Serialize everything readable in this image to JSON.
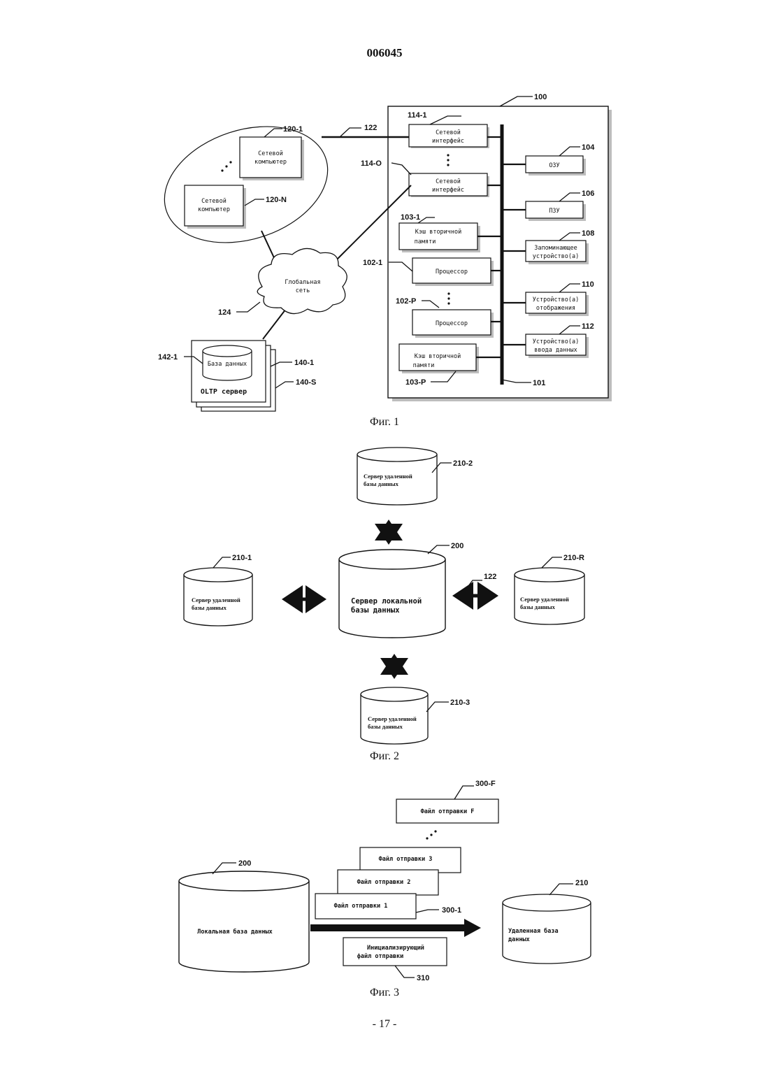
{
  "page": {
    "number": "006045",
    "footer": "- 17 -"
  },
  "fig1": {
    "caption": "Фиг. 1",
    "refs": {
      "system": "100",
      "network_if_1": "114-1",
      "network_if_o": "114-O",
      "link": "122",
      "net_computer_1": "120-1",
      "net_computer_n": "120-N",
      "ram": "104",
      "rom": "106",
      "storage": "108",
      "display": "110",
      "input": "112",
      "cache_1": "103-1",
      "cpu_1": "102-1",
      "cpu_p": "102-P",
      "cache_p": "103-P",
      "bus": "101",
      "global_net": "124",
      "database": "142-1",
      "oltp_1": "140-1",
      "oltp_s": "140-S"
    },
    "labels": {
      "net_if_l1": "Сетевой",
      "net_if_l2": "интерфейс",
      "net_comp_l1": "Сетевой",
      "net_comp_l2": "компьютер",
      "ram": "ОЗУ",
      "rom": "ПЗУ",
      "storage_l1": "Запоминающее",
      "storage_l2": "устройство(а)",
      "display_l1": "Устройство(а)",
      "display_l2": "отображения",
      "input_l1": "Устройство(а)",
      "input_l2": "ввода данных",
      "cache_l1": "Кэш вторичной",
      "cache_l2": "памяти",
      "cpu": "Процессор",
      "global_l1": "Глобальная",
      "global_l2": "сеть",
      "database": "База данных",
      "oltp": "OLTP сервер"
    }
  },
  "fig2": {
    "caption": "Фиг. 2",
    "refs": {
      "local": "200",
      "top": "210-2",
      "left": "210-1",
      "right": "210-R",
      "bottom": "210-3",
      "link": "122"
    },
    "labels": {
      "remote_l1": "Сервер удаленной",
      "remote_l2": "базы данных",
      "local_l1": "Сервер локальной",
      "local_l2": "базы данных"
    }
  },
  "fig3": {
    "caption": "Фиг. 3",
    "refs": {
      "local": "200",
      "remote": "210",
      "file_f": "300-F",
      "file_1": "300-1",
      "init": "310"
    },
    "labels": {
      "file_f": "Файл отправки F",
      "file_3": "Файл отправки 3",
      "file_2": "Файл отправки 2",
      "file_1": "Файл отправки 1",
      "init_l1": "Инициализирующий",
      "init_l2": "файл отправки",
      "local_db": "Локальная база данных",
      "remote_l1": "Удаленная база",
      "remote_l2": "данных"
    }
  }
}
